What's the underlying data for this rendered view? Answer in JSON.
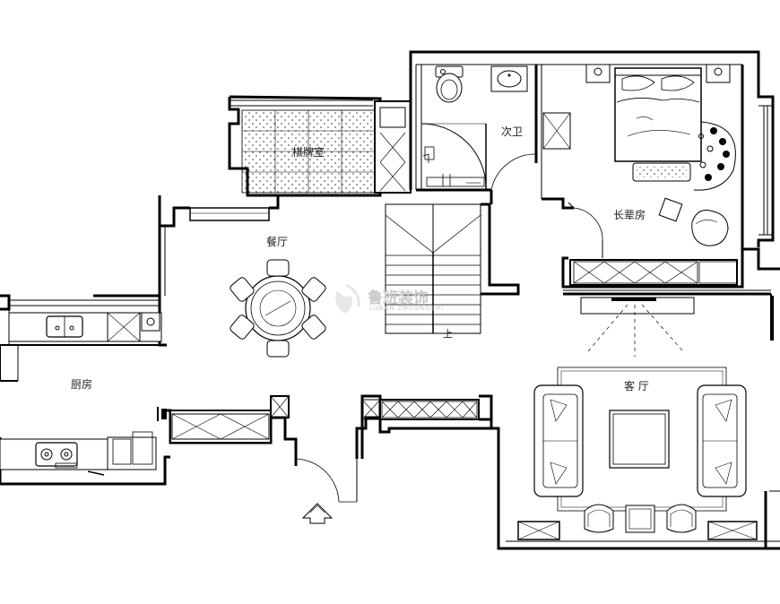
{
  "rooms": {
    "chess_room": "棋牌室",
    "second_bath": "次卫",
    "elder_bedroom": "长辈房",
    "dining": "餐厅",
    "kitchen": "厨房",
    "living": "客 厅"
  },
  "stair_label": "上",
  "watermark": {
    "cn": "鲁班装饰",
    "en": "LUBAN ZHUANGSHI"
  }
}
